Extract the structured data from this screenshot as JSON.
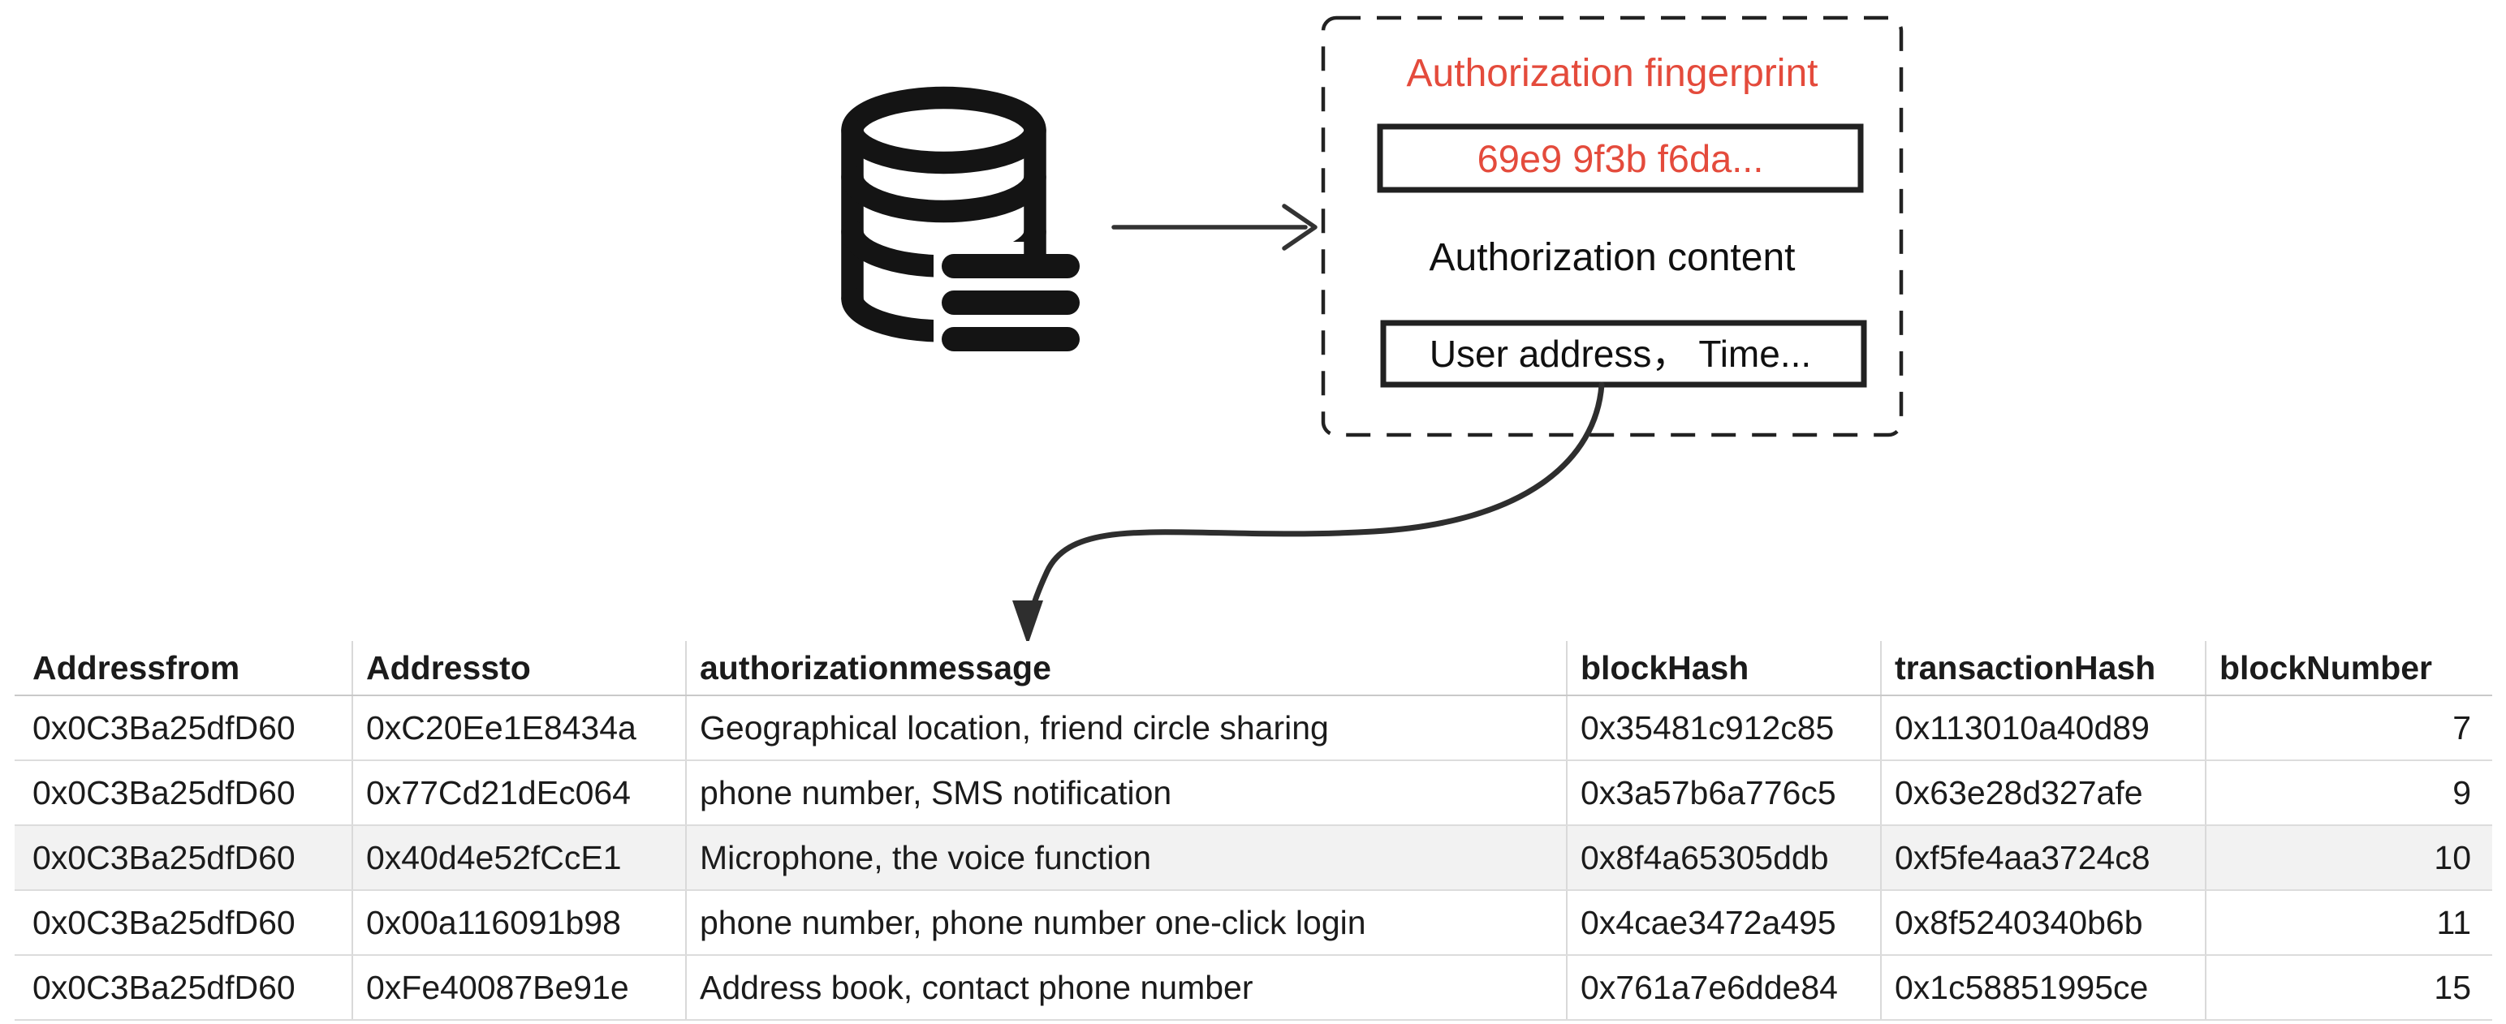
{
  "diagram": {
    "authorization_box": {
      "title": "Authorization fingerprint",
      "fingerprint_value": "69e9 9f3b f6da...",
      "content_label": "Authorization content",
      "content_value": "User address， Time..."
    }
  },
  "table": {
    "columns": [
      "Addressfrom",
      "Addressto",
      "authorizationmessage",
      "blockHash",
      "transactionHash",
      "blockNumber"
    ],
    "rows": [
      [
        "0x0C3Ba25dfD60",
        "0xC20Ee1E8434a",
        "Geographical location, friend circle sharing",
        "0x35481c912c85",
        "0x113010a40d89",
        "7"
      ],
      [
        "0x0C3Ba25dfD60",
        "0x77Cd21dEc064",
        "phone number, SMS notification",
        "0x3a57b6a776c5",
        "0x63e28d327afe",
        "9"
      ],
      [
        "0x0C3Ba25dfD60",
        "0x40d4e52fCcE1",
        "Microphone, the voice function",
        "0x8f4a65305ddb",
        "0xf5fe4aa3724c8",
        "10"
      ],
      [
        "0x0C3Ba25dfD60",
        "0x00a116091b98",
        "phone number, phone number one-click login",
        "0x4cae3472a495",
        "0x8f5240340b6b",
        "11"
      ],
      [
        "0x0C3Ba25dfD60",
        "0xFe40087Be91e",
        "Address book, contact phone number",
        "0x761a7e6dde84",
        "0x1c58851995ce",
        "15"
      ]
    ],
    "shaded_row_index": 2
  },
  "colors": {
    "accent_red": "#e44b3c",
    "stroke_dark": "#1d1d1d",
    "row_shade": "#f2f2f2"
  }
}
